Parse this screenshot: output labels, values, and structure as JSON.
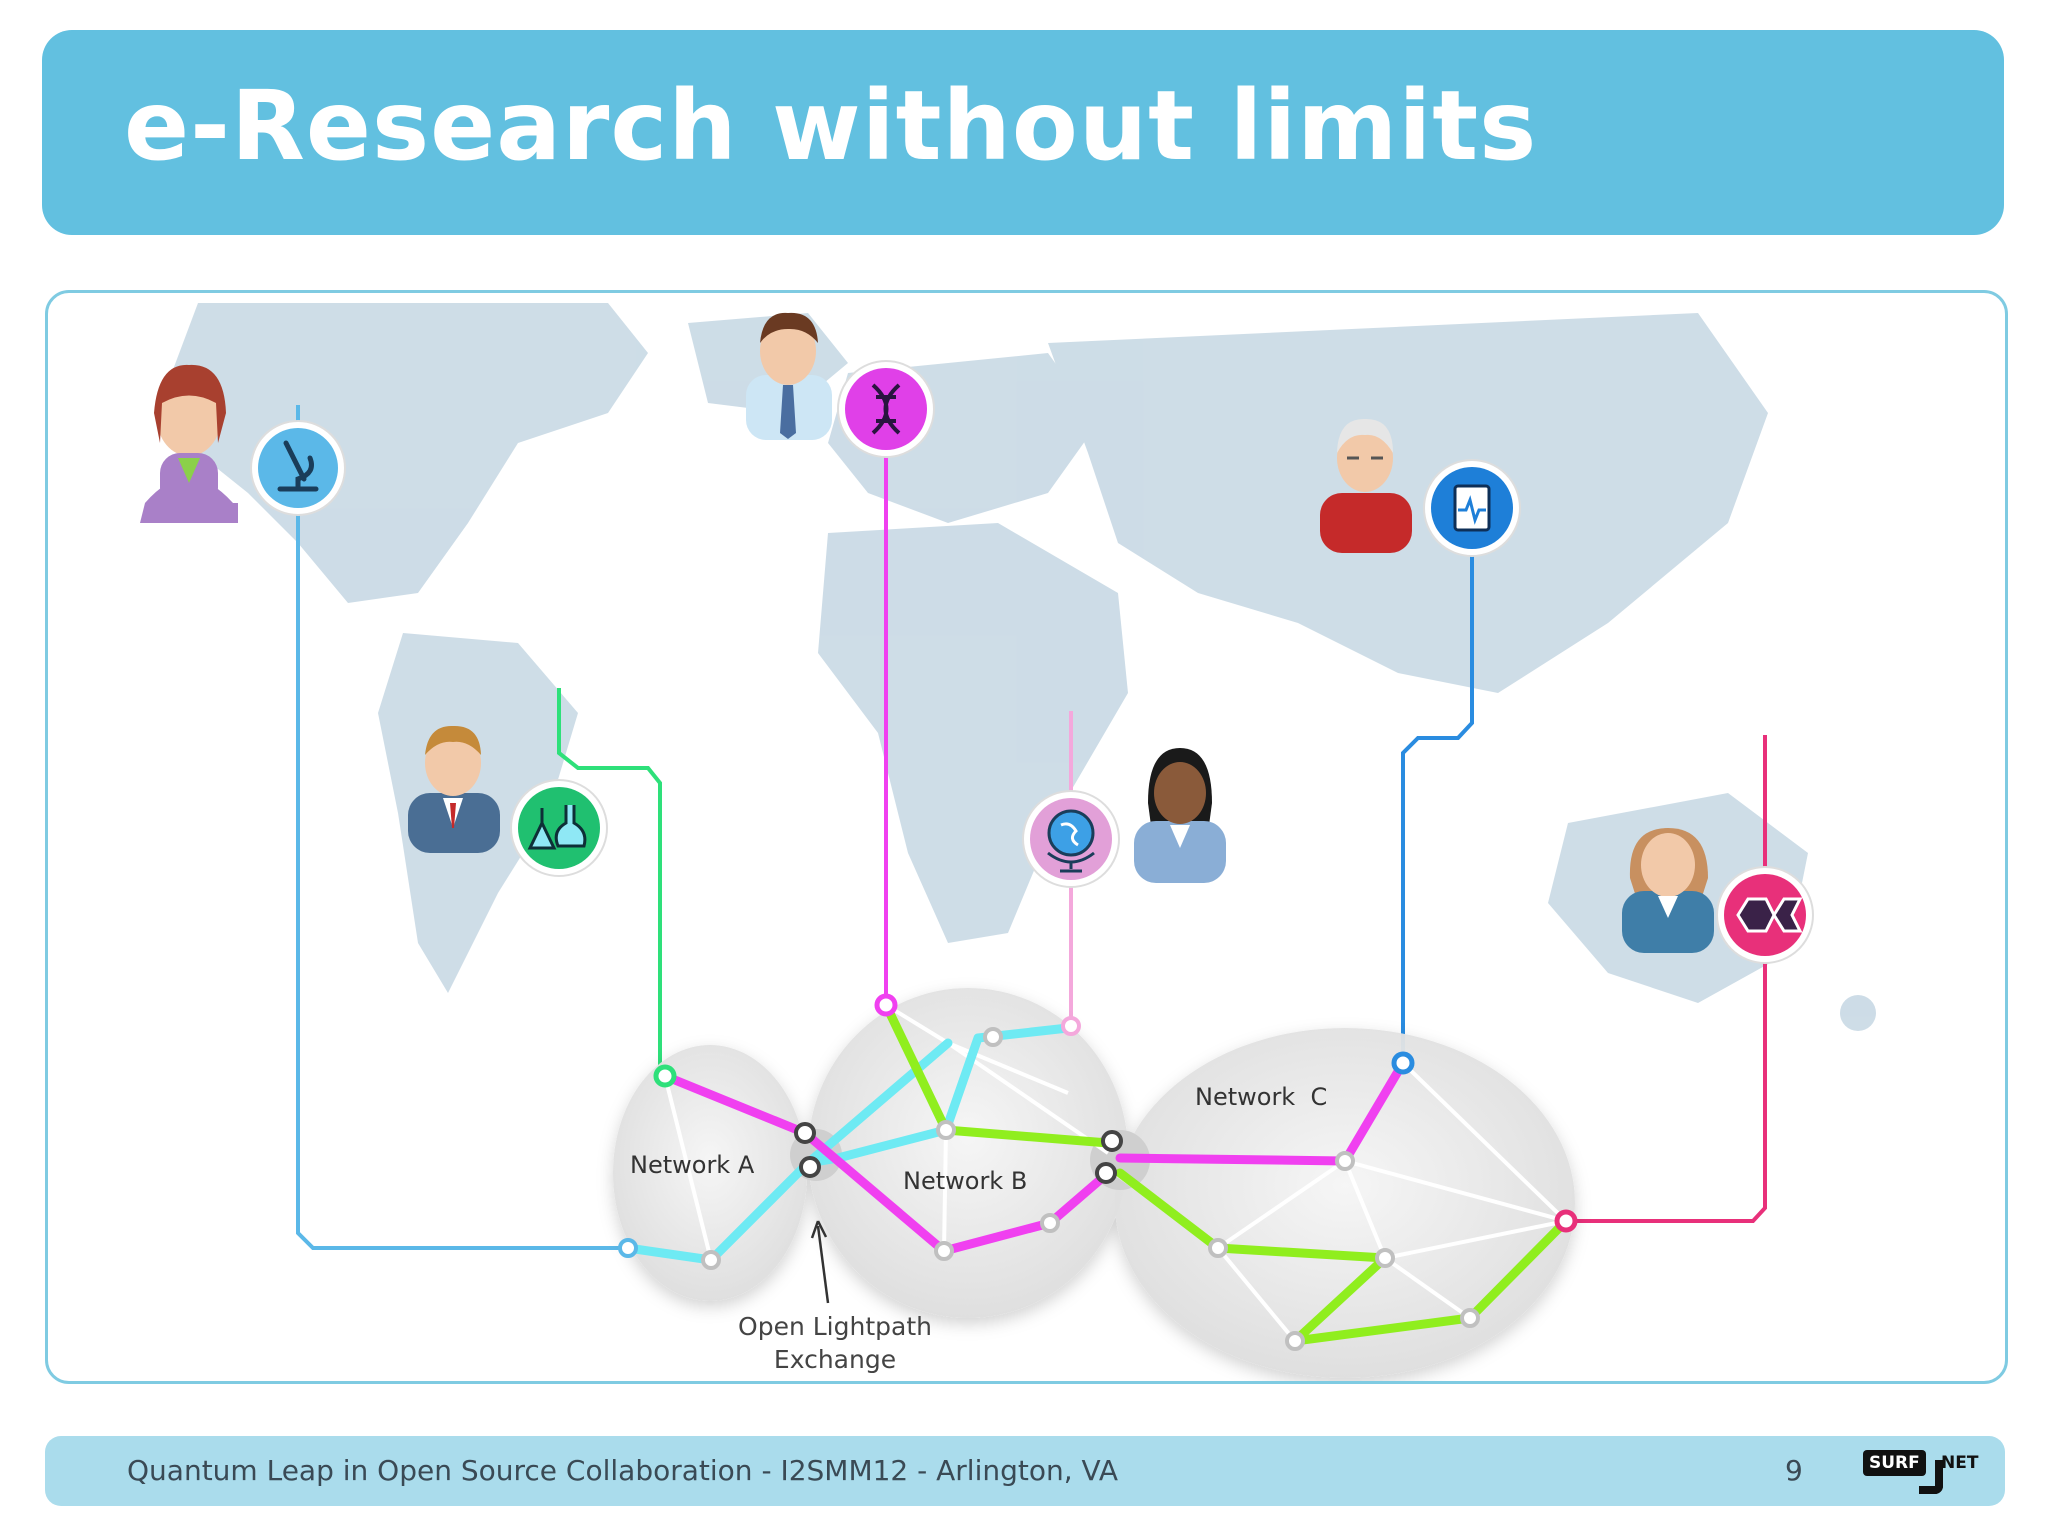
{
  "slide": {
    "title": "e-Research without limits",
    "page_number": "9"
  },
  "footer": {
    "text": "Quantum Leap in Open Source Collaboration - I2SMM12 - Arlington, VA",
    "logo_left": "SURF",
    "logo_right": "NET"
  },
  "diagram": {
    "networks": [
      {
        "label": "Network A"
      },
      {
        "label": "Network B"
      },
      {
        "label": "Network  C"
      }
    ],
    "exchange_label_line1": "Open Lightpath",
    "exchange_label_line2": "Exchange",
    "researchers": [
      {
        "icon": "microscope-icon",
        "icon_color": "#5bb8e8",
        "line_color": "#5bb8e8"
      },
      {
        "icon": "dna-icon",
        "icon_color": "#e040e8",
        "line_color": "#f040f0"
      },
      {
        "icon": "clipboard-heartbeat-icon",
        "icon_color": "#1e7fd8",
        "line_color": "#2a8ce0"
      },
      {
        "icon": "flask-icon",
        "icon_color": "#20c070",
        "line_color": "#2ee07a"
      },
      {
        "icon": "globe-icon",
        "icon_color": "#e2a0d8",
        "line_color": "#f4a8dc"
      },
      {
        "icon": "molecule-icon",
        "icon_color": "#e8307a",
        "line_color": "#e8307a"
      }
    ],
    "colors": {
      "map": "#c5d7e3",
      "cyan_path": "#6eeaf3",
      "magenta_path": "#f040f0",
      "green_path": "#90ee1e",
      "network_fill": "#ececec"
    }
  }
}
